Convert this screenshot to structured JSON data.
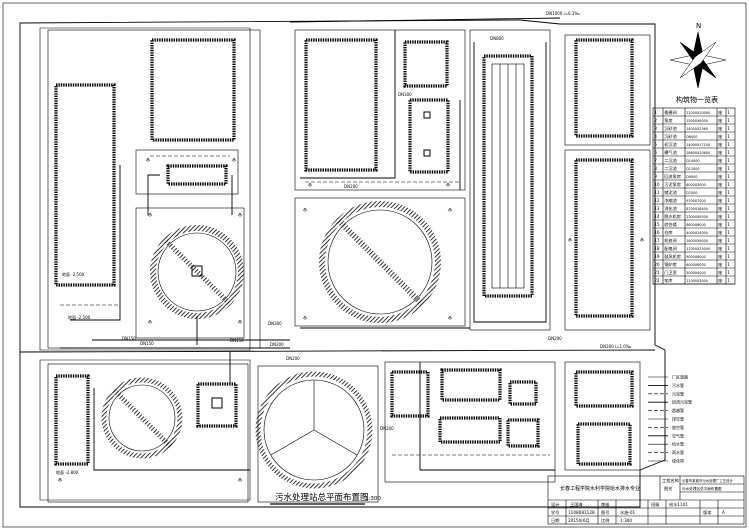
{
  "drawing": {
    "title": "污水处理站总平面布置图",
    "scale": "1:300",
    "north_label": "N"
  },
  "structures_table": {
    "title": "构筑物一览表",
    "rows": [
      {
        "no": "1",
        "name": "格栅间",
        "size": "21000X20000",
        "unit": "座",
        "qty": "1"
      },
      {
        "no": "2",
        "name": "泵房",
        "size": "15000X9000",
        "unit": "座",
        "qty": "1"
      },
      {
        "no": "3",
        "name": "沉砂池",
        "size": "14000X2360",
        "unit": "座",
        "qty": "1"
      },
      {
        "no": "4",
        "name": "沉砂池",
        "size": "D6000",
        "unit": "座",
        "qty": "1"
      },
      {
        "no": "5",
        "name": "初沉池",
        "size": "14000X17100",
        "unit": "座",
        "qty": "1"
      },
      {
        "no": "6",
        "name": "曝气池",
        "size": "28600X20600",
        "unit": "座",
        "qty": "1"
      },
      {
        "no": "7",
        "name": "二沉池",
        "size": "D14000",
        "unit": "座",
        "qty": "1"
      },
      {
        "no": "8",
        "name": "二沉池",
        "size": "D12000",
        "unit": "座",
        "qty": "1"
      },
      {
        "no": "9",
        "name": "回流泵房",
        "size": "D9000",
        "unit": "座",
        "qty": "1"
      },
      {
        "no": "10",
        "name": "污泥泵房",
        "size": "6000X3000",
        "unit": "座",
        "qty": "1"
      },
      {
        "no": "11",
        "name": "储泥池",
        "size": "D7000",
        "unit": "座",
        "qty": "1"
      },
      {
        "no": "12",
        "name": "浓缩池",
        "size": "9700X7000",
        "unit": "座",
        "qty": "1"
      },
      {
        "no": "13",
        "name": "消化池",
        "size": "8700X18400",
        "unit": "座",
        "qty": "1"
      },
      {
        "no": "14",
        "name": "脱水机房",
        "size": "23000X9500",
        "unit": "座",
        "qty": "1"
      },
      {
        "no": "15",
        "name": "综合楼",
        "size": "8600X8000",
        "unit": "座",
        "qty": "1"
      },
      {
        "no": "16",
        "name": "仓库",
        "size": "4000X24000",
        "unit": "座",
        "qty": "1"
      },
      {
        "no": "17",
        "name": "机修间",
        "size": "16000X9000",
        "unit": "座",
        "qty": "1"
      },
      {
        "no": "18",
        "name": "配电间",
        "size": "17000X25000",
        "unit": "座",
        "qty": "1"
      },
      {
        "no": "19",
        "name": "鼓风机房",
        "size": "9000X8000",
        "unit": "座",
        "qty": "1"
      },
      {
        "no": "20",
        "name": "锅炉房",
        "size": "6000X8000",
        "unit": "座",
        "qty": "1"
      },
      {
        "no": "21",
        "name": "门卫室",
        "size": "3000X4000",
        "unit": "座",
        "qty": "1"
      },
      {
        "no": "22",
        "name": "车库",
        "size": "27000X3000",
        "unit": "座",
        "qty": "1"
      }
    ]
  },
  "legend": {
    "items": [
      "厂区道路",
      "污水管",
      "污泥管",
      "回流污泥管",
      "超越管",
      "排空管",
      "放空管",
      "空气管",
      "给水管",
      "雨水管",
      "绿化带"
    ]
  },
  "pipe_labels": {
    "top_right": "DN1000 i=0.3‰",
    "top_mid": "DN800",
    "upper_mid1": "DN300",
    "upper_mid2": "DN200",
    "mid_a": "DN300",
    "mid_b": "DN200",
    "mid_c": "DN150",
    "mid_right": "DN200",
    "mid_right2": "DN200 i=1.0‰",
    "left_a": "DN150",
    "left_b": "DN150",
    "lower_a": "DN200",
    "lower_b": "DN200",
    "left_elev": "地面 -2.500",
    "left_elev2": "地面 -2.500",
    "low_elev": "地面 -2.800"
  },
  "title_block": {
    "school": "长春工程学院水利学院给水排水专业",
    "project_label": "工程名称",
    "project": "长春市某城市污水处理厂工艺设计",
    "drawing_label": "图名",
    "drawing": "污水处理站总平面布置图",
    "design_label": "设计",
    "designer": "王国海",
    "check_label": "审核",
    "check": "",
    "class_label": "班级",
    "class": "给水1101",
    "student_label": "学号",
    "student": "1108081128",
    "sheet_label": "图号",
    "sheet": "水施-01",
    "date_label": "日期",
    "date": "2015年6月",
    "ratio_label": "比例",
    "ratio": "1:300",
    "version_label": "版本",
    "version": "A"
  }
}
